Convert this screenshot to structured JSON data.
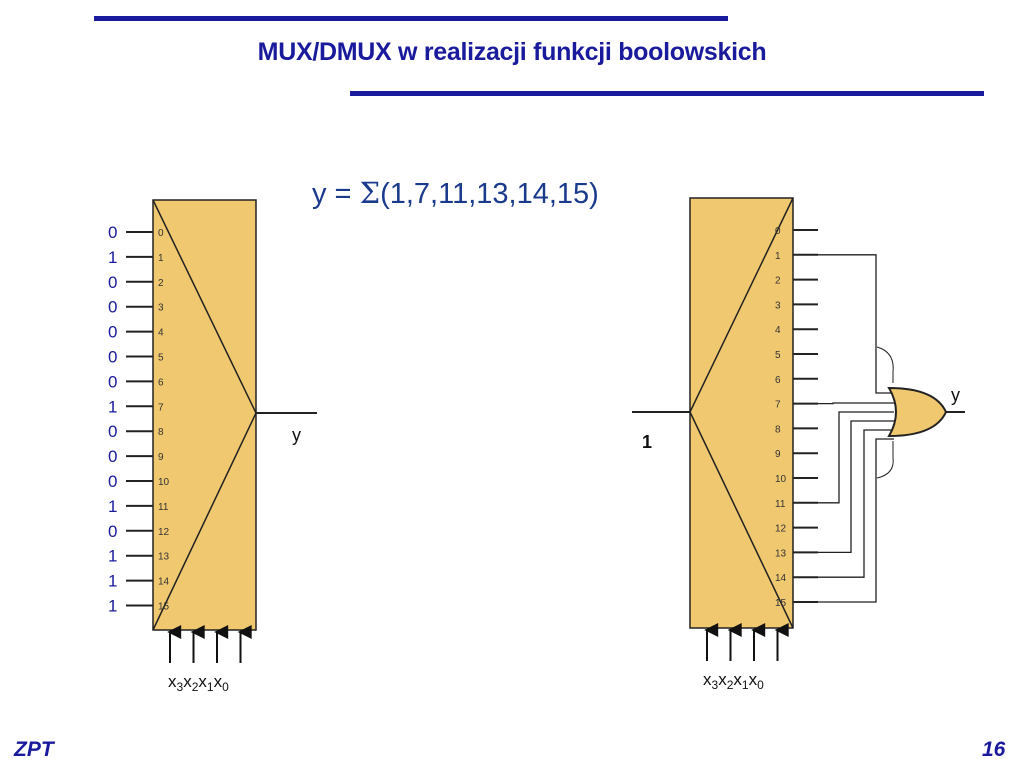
{
  "title": "MUX/DMUX w realizacji funkcji boolowskich",
  "formula": {
    "lhs": "y = ",
    "sigma": "Σ",
    "terms": "(1,7,11,13,14,15)"
  },
  "mux": {
    "input_values": [
      "0",
      "1",
      "0",
      "0",
      "0",
      "0",
      "0",
      "1",
      "0",
      "0",
      "0",
      "1",
      "0",
      "1",
      "1",
      "1"
    ],
    "pin_labels": [
      "0",
      "1",
      "2",
      "3",
      "4",
      "5",
      "6",
      "7",
      "8",
      "9",
      "10",
      "11",
      "12",
      "13",
      "14",
      "15"
    ],
    "output_label": "y",
    "select_label": {
      "parts": [
        "x",
        "3",
        "x",
        "2",
        "x",
        "1",
        "x",
        "0"
      ]
    }
  },
  "dmux": {
    "input_value": "1",
    "pin_labels": [
      "0",
      "1",
      "2",
      "3",
      "4",
      "5",
      "6",
      "7",
      "8",
      "9",
      "10",
      "11",
      "12",
      "13",
      "14",
      "15"
    ],
    "output_label": "y",
    "or_inputs": [
      1,
      7,
      11,
      13,
      14,
      15
    ],
    "select_label": {
      "parts": [
        "x",
        "3",
        "x",
        "2",
        "x",
        "1",
        "x",
        "0"
      ]
    }
  },
  "footer": {
    "left": "ZPT",
    "right": "16"
  },
  "colors": {
    "navy": "#1a1a9c",
    "formula_blue": "#1a3a8c",
    "block_fill": "#f0c870",
    "block_stroke": "#222222"
  }
}
